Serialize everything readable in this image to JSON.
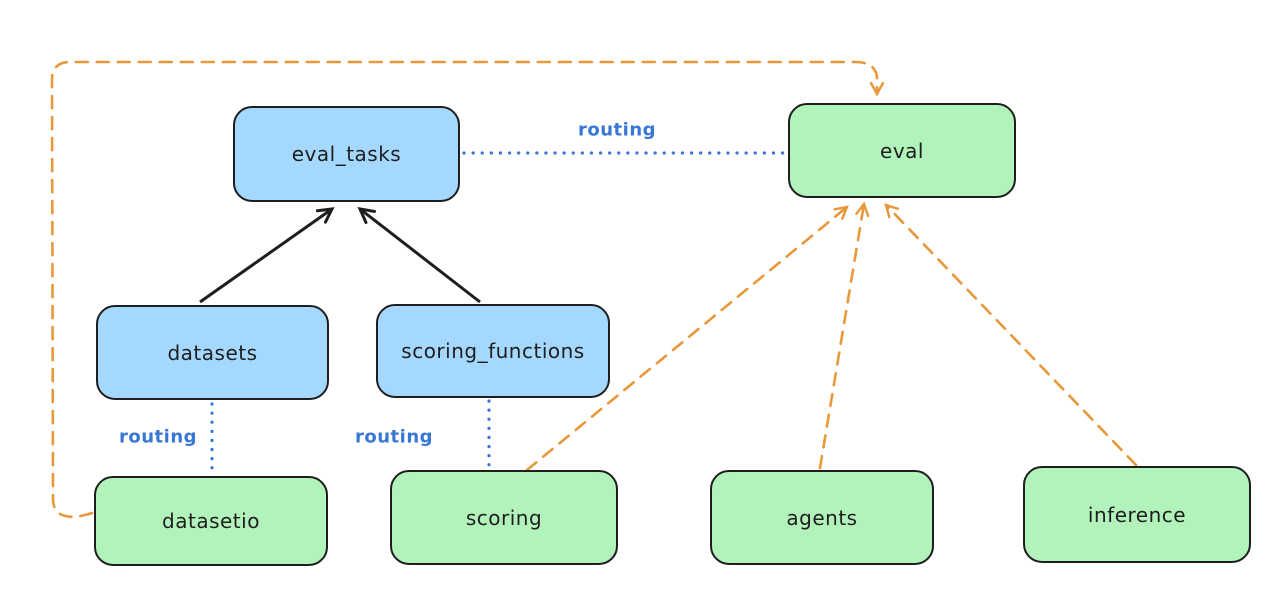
{
  "diagram": {
    "nodes": [
      {
        "id": "eval_tasks",
        "label": "eval_tasks",
        "fill": "blue"
      },
      {
        "id": "eval",
        "label": "eval",
        "fill": "green"
      },
      {
        "id": "datasets",
        "label": "datasets",
        "fill": "blue"
      },
      {
        "id": "scoring_functions",
        "label": "scoring_functions",
        "fill": "blue"
      },
      {
        "id": "datasetio",
        "label": "datasetio",
        "fill": "green"
      },
      {
        "id": "scoring",
        "label": "scoring",
        "fill": "green"
      },
      {
        "id": "agents",
        "label": "agents",
        "fill": "green"
      },
      {
        "id": "inference",
        "label": "inference",
        "fill": "green"
      }
    ],
    "edges": [
      {
        "from": "datasets",
        "to": "eval_tasks",
        "style": "solid-arrow",
        "color": "black",
        "label": ""
      },
      {
        "from": "scoring_functions",
        "to": "eval_tasks",
        "style": "solid-arrow",
        "color": "black",
        "label": ""
      },
      {
        "from": "eval_tasks",
        "to": "eval",
        "style": "dotted",
        "color": "blue",
        "label": "routing"
      },
      {
        "from": "datasets",
        "to": "datasetio",
        "style": "dotted",
        "color": "blue",
        "label": "routing"
      },
      {
        "from": "scoring_functions",
        "to": "scoring",
        "style": "dotted",
        "color": "blue",
        "label": "routing"
      },
      {
        "from": "datasetio",
        "to": "eval",
        "style": "dashed-arrow",
        "color": "orange",
        "label": ""
      },
      {
        "from": "scoring",
        "to": "eval",
        "style": "dashed-arrow",
        "color": "orange",
        "label": ""
      },
      {
        "from": "agents",
        "to": "eval",
        "style": "dashed-arrow",
        "color": "orange",
        "label": ""
      },
      {
        "from": "inference",
        "to": "eval",
        "style": "dashed-arrow",
        "color": "orange",
        "label": ""
      }
    ],
    "colors": {
      "blue_node_fill": "#a5d8ff",
      "green_node_fill": "#b2f2bb",
      "node_stroke": "#1e1e1e",
      "solid_arrow": "#1e1e1e",
      "routing_blue": "#3977d4",
      "provider_orange": "#e8983a",
      "background": "#ffffff"
    }
  }
}
